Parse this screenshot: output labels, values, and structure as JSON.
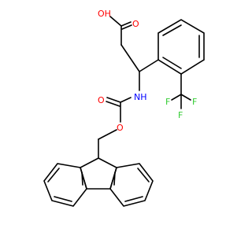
{
  "molecule": {
    "atoms": {
      "hydroxyl": "OH",
      "carbonyl_oxygen_acid": "O",
      "amine": "NH",
      "carbamate_carbonyl_oxygen": "O",
      "carbamate_ester_oxygen": "O",
      "fluorine_top": "F",
      "fluorine_left": "F",
      "fluorine_right": "F"
    },
    "colors": {
      "bond": "#000000",
      "oxygen": "#ff0000",
      "nitrogen": "#0000ff",
      "fluorine": "#33cc33"
    }
  }
}
